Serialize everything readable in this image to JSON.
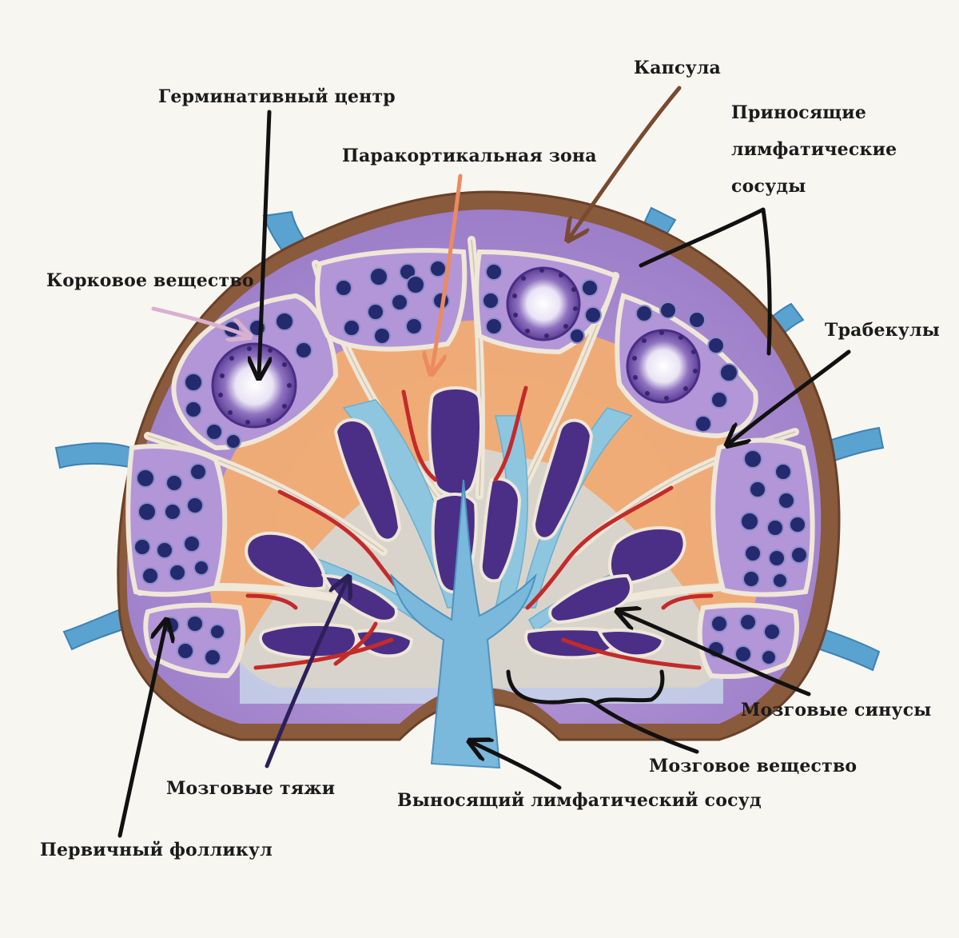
{
  "labels": {
    "germinal_center": "Герминативный центр",
    "capsule": "Капсула",
    "afferent": "Приносящие\nлимфатические\nсосуды",
    "paracortex": "Паракортикальная зона",
    "cortex": "Корковое вещество",
    "trabeculae": "Трабекулы",
    "medullary_sinuses": "Мозговые синусы",
    "medulla": "Мозговое вещество",
    "medullary_cords": "Мозговые тяжи",
    "efferent": "Выносящий лимфатический сосуд",
    "primary_follicle": "Первичный фолликул"
  },
  "colors": {
    "capsule": "#8a5a3c",
    "cortex": "#a98bd0",
    "paracortex": "#f2ad72",
    "medullary_cord": "#4b2f86",
    "sinus": "#8ec6e0",
    "lymph_vessel": "#5aa2d0",
    "blood_vessel": "#c42a2a",
    "trabecula": "#efe7d8",
    "nodule": "#1f2466",
    "arrow_black": "#111111",
    "arrow_capsule": "#7a4a30",
    "arrow_paracortex": "#ec8a60",
    "arrow_cortex": "#d9b0d0",
    "arrow_cords": "#2c2058"
  }
}
